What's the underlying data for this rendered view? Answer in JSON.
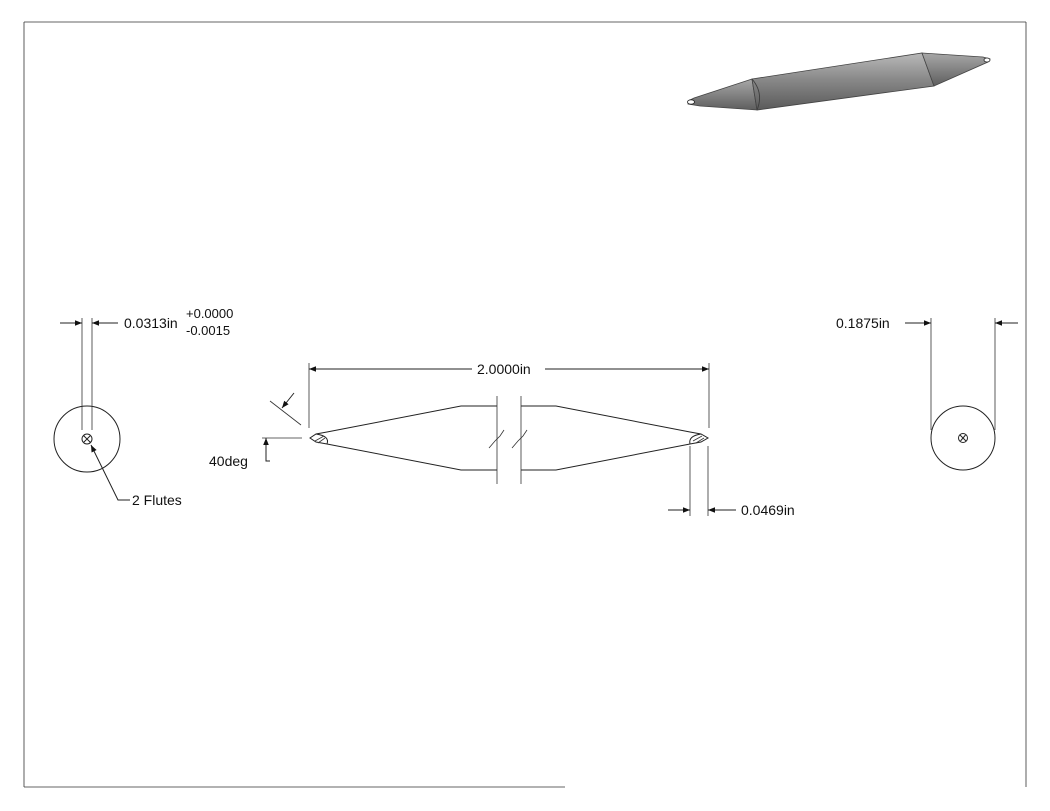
{
  "dimensions": {
    "tip_diameter": {
      "value": "0.0313in",
      "tol_plus": "+0.0000",
      "tol_minus": "-0.0015"
    },
    "overall_length": "2.0000in",
    "point_angle": "40deg",
    "point_length": "0.0469in",
    "shank_diameter": "0.1875in"
  },
  "notes": {
    "flutes": "2 Flutes"
  }
}
